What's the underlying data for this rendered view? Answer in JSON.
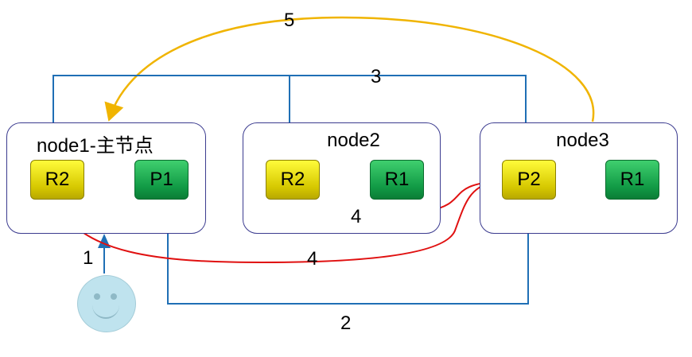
{
  "nodes": [
    {
      "name": "node1-主节点",
      "shards": [
        "R2",
        "P1"
      ]
    },
    {
      "name": "node2",
      "shards": [
        "R2",
        "R1"
      ]
    },
    {
      "name": "node3",
      "shards": [
        "P2",
        "R1"
      ]
    }
  ],
  "steps": {
    "s1": "1",
    "s2": "2",
    "s3": "3",
    "s4a": "4",
    "s4b": "4",
    "s5": "5"
  },
  "colors": {
    "blue_arrow": "#1f6fb5",
    "red_arrow": "#e01010",
    "orange_arrow": "#f0b400",
    "node_border": "#3b3b8f",
    "replica": "#e8df00",
    "primary": "#17a34a",
    "client": "#bfe3ee"
  },
  "icons": {
    "client": "smiley-face-icon"
  }
}
